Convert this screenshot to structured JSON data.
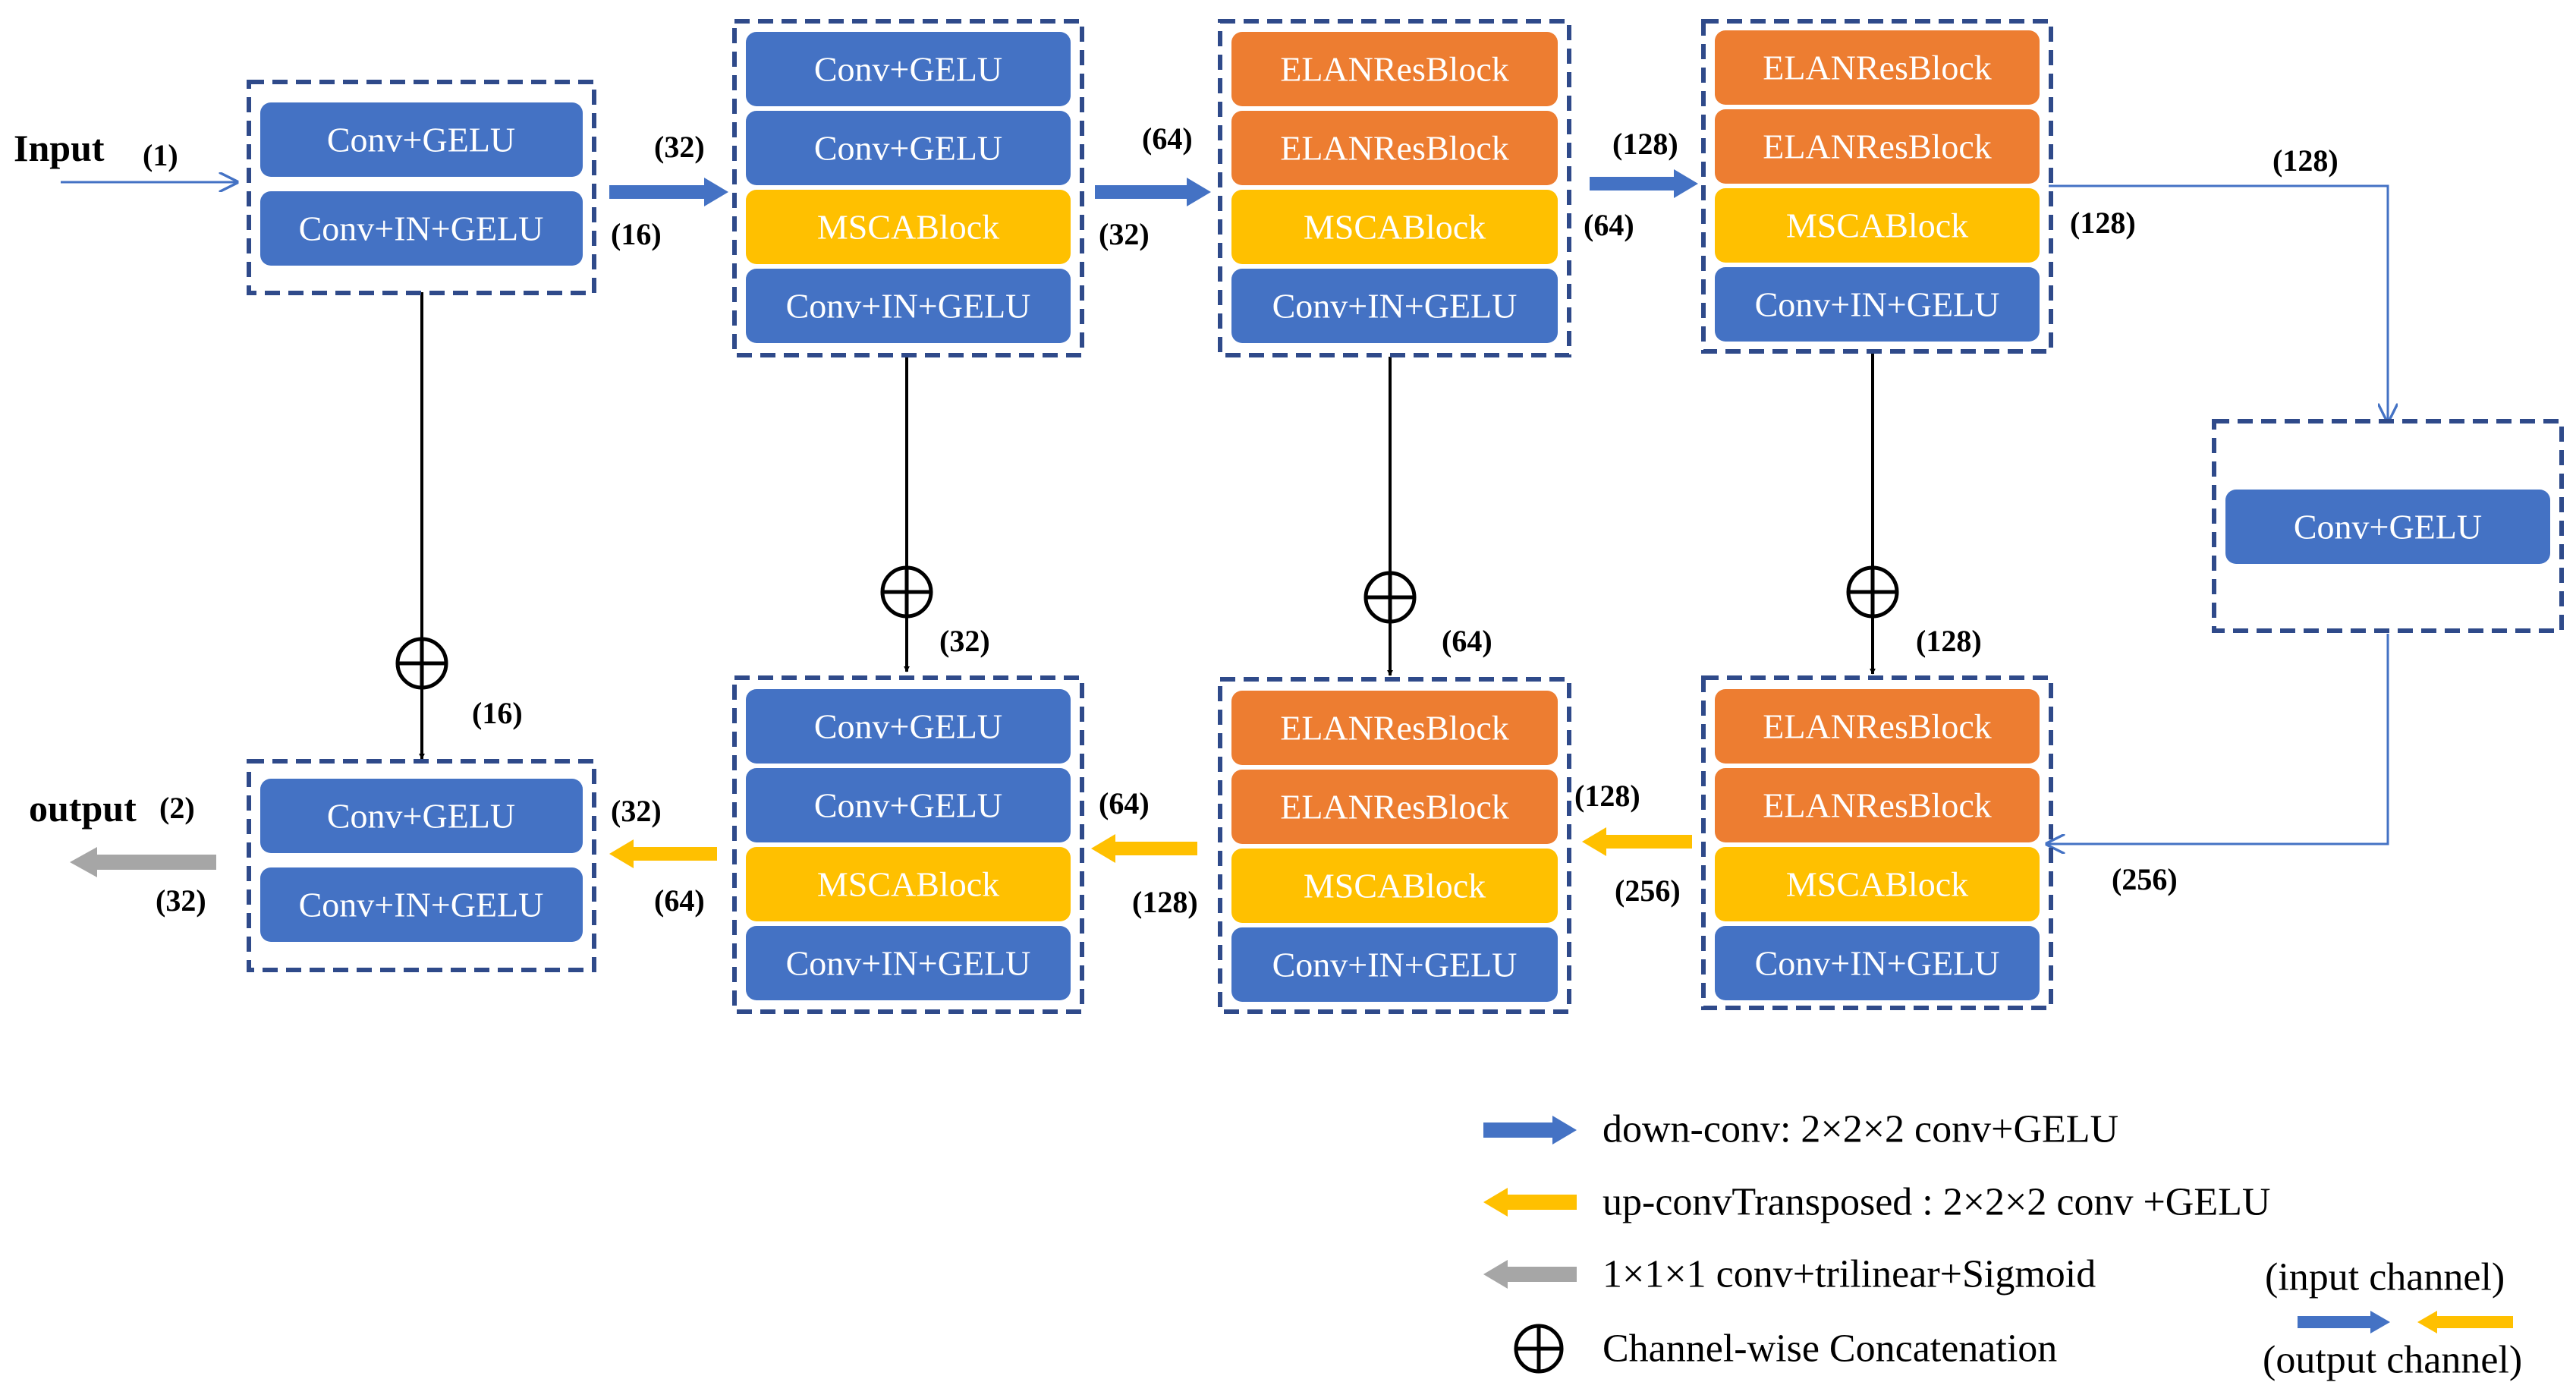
{
  "colors": {
    "conv": "#4472C4",
    "elan": "#ED7D31",
    "msca": "#FFC000",
    "dash_border": "#2F4A8A",
    "down_arrow": "#4472C4",
    "up_arrow": "#FFC000",
    "out_arrow": "#A6A6A6",
    "line": "#000000"
  },
  "block_labels": {
    "conv_gelu": "Conv+GELU",
    "conv_in_gelu": "Conv+IN+GELU",
    "msca": "MSCABlock",
    "elan": "ELANResBlock"
  },
  "io": {
    "input": "Input",
    "input_ch": "(1)",
    "output": "output",
    "output_ch": "(2)"
  },
  "channel_labels": {
    "enc1_out": "(16)",
    "enc1_down": "(32)",
    "enc2_out": "(32)",
    "enc2_down": "(64)",
    "enc3_out": "(64)",
    "enc3_down": "(128)",
    "enc4_out": "(128)",
    "bottleneck_in": "(128)",
    "bottleneck_out": "(256)",
    "skip1": "(16)",
    "skip2": "(32)",
    "skip3": "(64)",
    "skip4": "(128)",
    "dec4_in": "(256)",
    "dec4_up": "(128)",
    "dec3_in": "(128)",
    "dec3_up": "(64)",
    "dec2_in": "(64)",
    "dec2_up": "(32)",
    "dec1_out": "(32)"
  },
  "legend": {
    "down": "down-conv: 2×2×2 conv+GELU",
    "up": "up-convTransposed : 2×2×2 conv +GELU",
    "out": "1×1×1 conv+trilinear+Sigmoid",
    "concat": "Channel-wise Concatenation",
    "input_channel": "(input channel)",
    "output_channel": "(output channel)"
  }
}
